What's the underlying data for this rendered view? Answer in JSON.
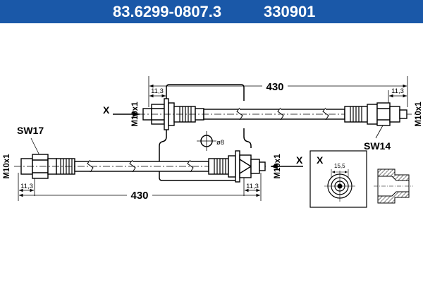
{
  "header": {
    "part_number": "83.6299-0807.3",
    "reference_number": "330901",
    "band_color": "#1a58a8",
    "text_color": "#ffffff"
  },
  "upper_hose": {
    "length": "430",
    "end_length_left": "11,3",
    "end_length_right": "11,3",
    "thread_left": "M10x1",
    "thread_right": "M10x1",
    "view_marker": "X",
    "wrench_size": "SW14"
  },
  "lower_hose": {
    "length": "430",
    "end_length_left": "11,3",
    "end_length_right": "11,3",
    "thread_left": "M10x1",
    "thread_right": "M10x1",
    "view_marker": "X",
    "wrench_size": "SW17"
  },
  "bracket": {
    "hole_diameter": "ø8"
  },
  "detail_x": {
    "label": "X",
    "dimension": "15,5"
  }
}
